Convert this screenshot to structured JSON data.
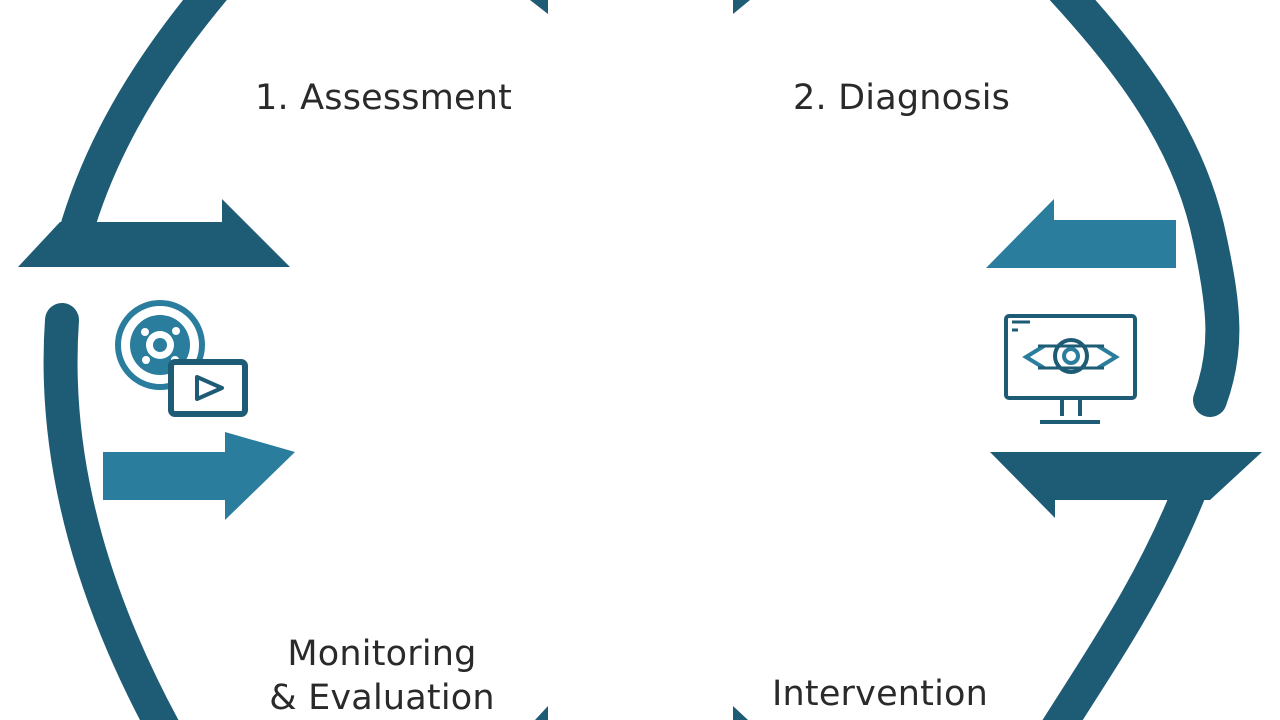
{
  "colors": {
    "primary": "#1e5b74",
    "accent": "#2a7d9c",
    "text": "#2a2a2a",
    "background": "#ffffff"
  },
  "stages": {
    "assessment": {
      "label": "1. Assessment"
    },
    "diagnosis": {
      "label": "2. Diagnosis"
    },
    "monitoring": {
      "label_line1": "Monitoring",
      "label_line2": "& Evaluation"
    },
    "intervention": {
      "label": "Intervention"
    }
  },
  "icons": {
    "left": [
      "brain-gear-icon",
      "video-play-icon"
    ],
    "right": [
      "monitor-code-icon"
    ]
  }
}
